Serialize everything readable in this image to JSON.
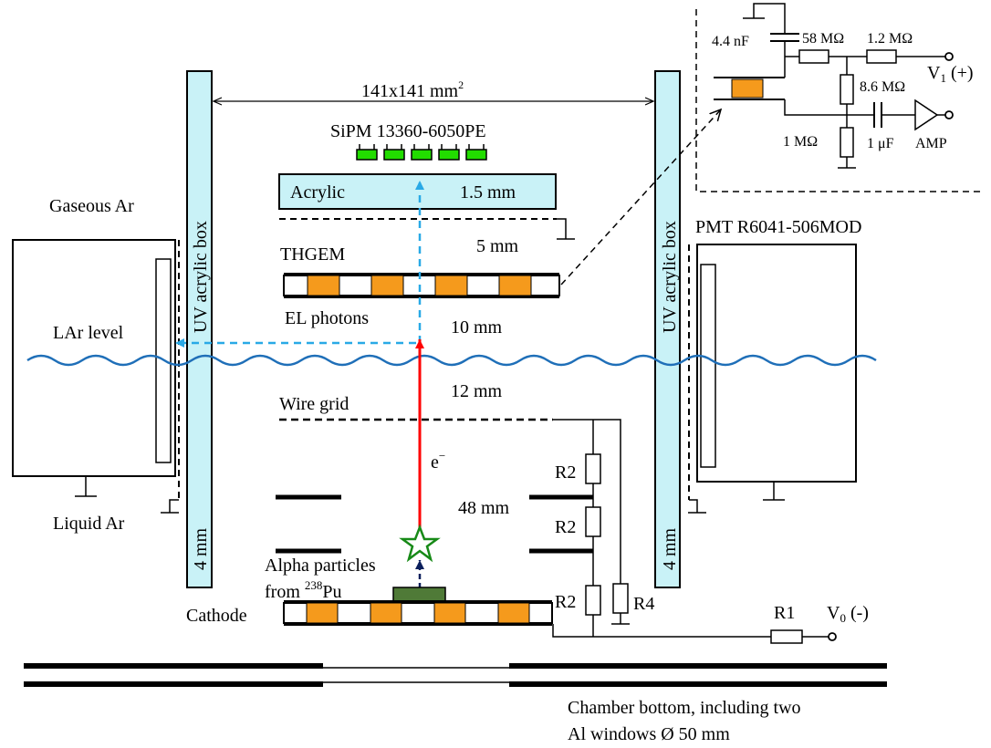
{
  "labels": {
    "box_dimension": "141x141 mm",
    "box_dimension_sup": "2",
    "sipm": "SiPM 13360-6050PE",
    "acrylic": "Acrylic",
    "acrylic_thickness": "1.5 mm",
    "gap_5mm": "5 mm",
    "thgem": "THGEM",
    "el_photons": "EL photons",
    "gap_10mm": "10 mm",
    "lar_level": "LAr level",
    "gaseous_ar": "Gaseous Ar",
    "liquid_ar": "Liquid Ar",
    "uv_box_left": "UV acrylic box",
    "uv_box_right": "UV acrylic box",
    "box_wall_left": "4 mm",
    "box_wall_right": "4 mm",
    "pmt": "PMT R6041-506MOD",
    "gap_12mm": "12 mm",
    "wire_grid": "Wire grid",
    "electron": "e",
    "electron_sup": "−",
    "gap_48mm": "48 mm",
    "alpha_line1": "Alpha particles",
    "alpha_line2_pre": "from ",
    "alpha_line2_sup": "238",
    "alpha_line2_post": "Pu",
    "cathode": "Cathode",
    "r2_top": "R2",
    "r2_mid": "R2",
    "r2_bot": "R2",
    "r4": "R4",
    "r1": "R1",
    "v0_main": "V",
    "v0_sub": "0",
    "v0_sign": " (-)",
    "chamber_line1": "Chamber bottom, including two",
    "chamber_line2": "Al windows Ø 50 mm"
  },
  "circuit": {
    "cap_44nF": "4.4 nF",
    "res_58M": "58 MΩ",
    "res_1_2M": "1.2 MΩ",
    "res_8_6M": "8.6 MΩ",
    "res_1M": "1 MΩ",
    "cap_1uF": "1 μF",
    "amp": "AMP",
    "v1_main": "V",
    "v1_sub": "1",
    "v1_sign": " (+)"
  },
  "colors": {
    "acrylic_fill": "#c9f2f7",
    "thgem_pad": "#f59a1c",
    "sipm_green": "#22dd00",
    "source_green": "#4f7a37",
    "star_green": "#178a17",
    "lar_wave": "#1f6fb8",
    "el_arrow": "#29a9e6",
    "electron_track": "#ff0000",
    "alpha_arrow": "#0b1f5c"
  }
}
